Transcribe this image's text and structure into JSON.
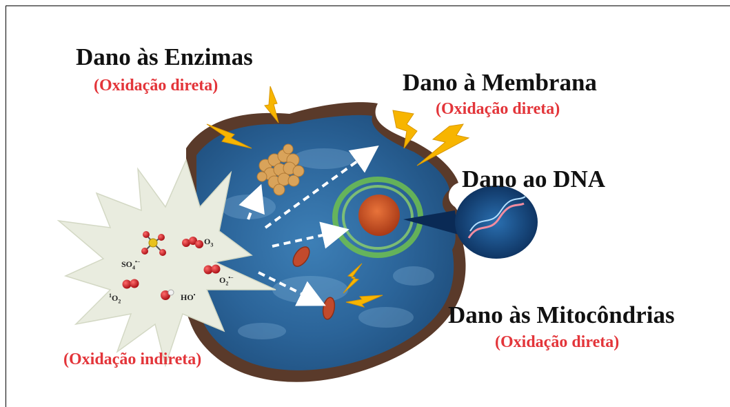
{
  "figure": {
    "labels": {
      "enzymes_title": "Dano às Enzimas",
      "enzymes_sub": "(Oxidação direta)",
      "membrane_title": "Dano à Membrana",
      "membrane_sub": "(Oxidação direta)",
      "dna_title": "Dano ao DNA",
      "mito_title": "Dano às Mitocôndrias",
      "mito_sub": "(Oxidação direta)",
      "indirect": "(Oxidação indireta)"
    },
    "species": {
      "sulfate": "SO",
      "sulfate_sub": "4",
      "sulfate_sup": "•−",
      "ozone": "O",
      "ozone_sub": "3",
      "superoxide": "O",
      "superoxide_sub": "2",
      "superoxide_sup": "•−",
      "singlet_sup": "1",
      "singlet": "O",
      "singlet_sub": "2",
      "hydroxyl": "HO",
      "hydroxyl_sup": "•"
    },
    "colors": {
      "title": "#111111",
      "subtitle": "#e3353a",
      "lightning": "#f7b500",
      "membrane": "#5a3a2a",
      "cytoplasm": "#2f6fa8",
      "nucleus": "#d2521f",
      "er": "#5aa84a",
      "mitochondria": "#c24a2c",
      "enzyme": "#d9a35a",
      "oxygen_atom": "#d2141b",
      "burst": "#e9ecdf"
    }
  }
}
